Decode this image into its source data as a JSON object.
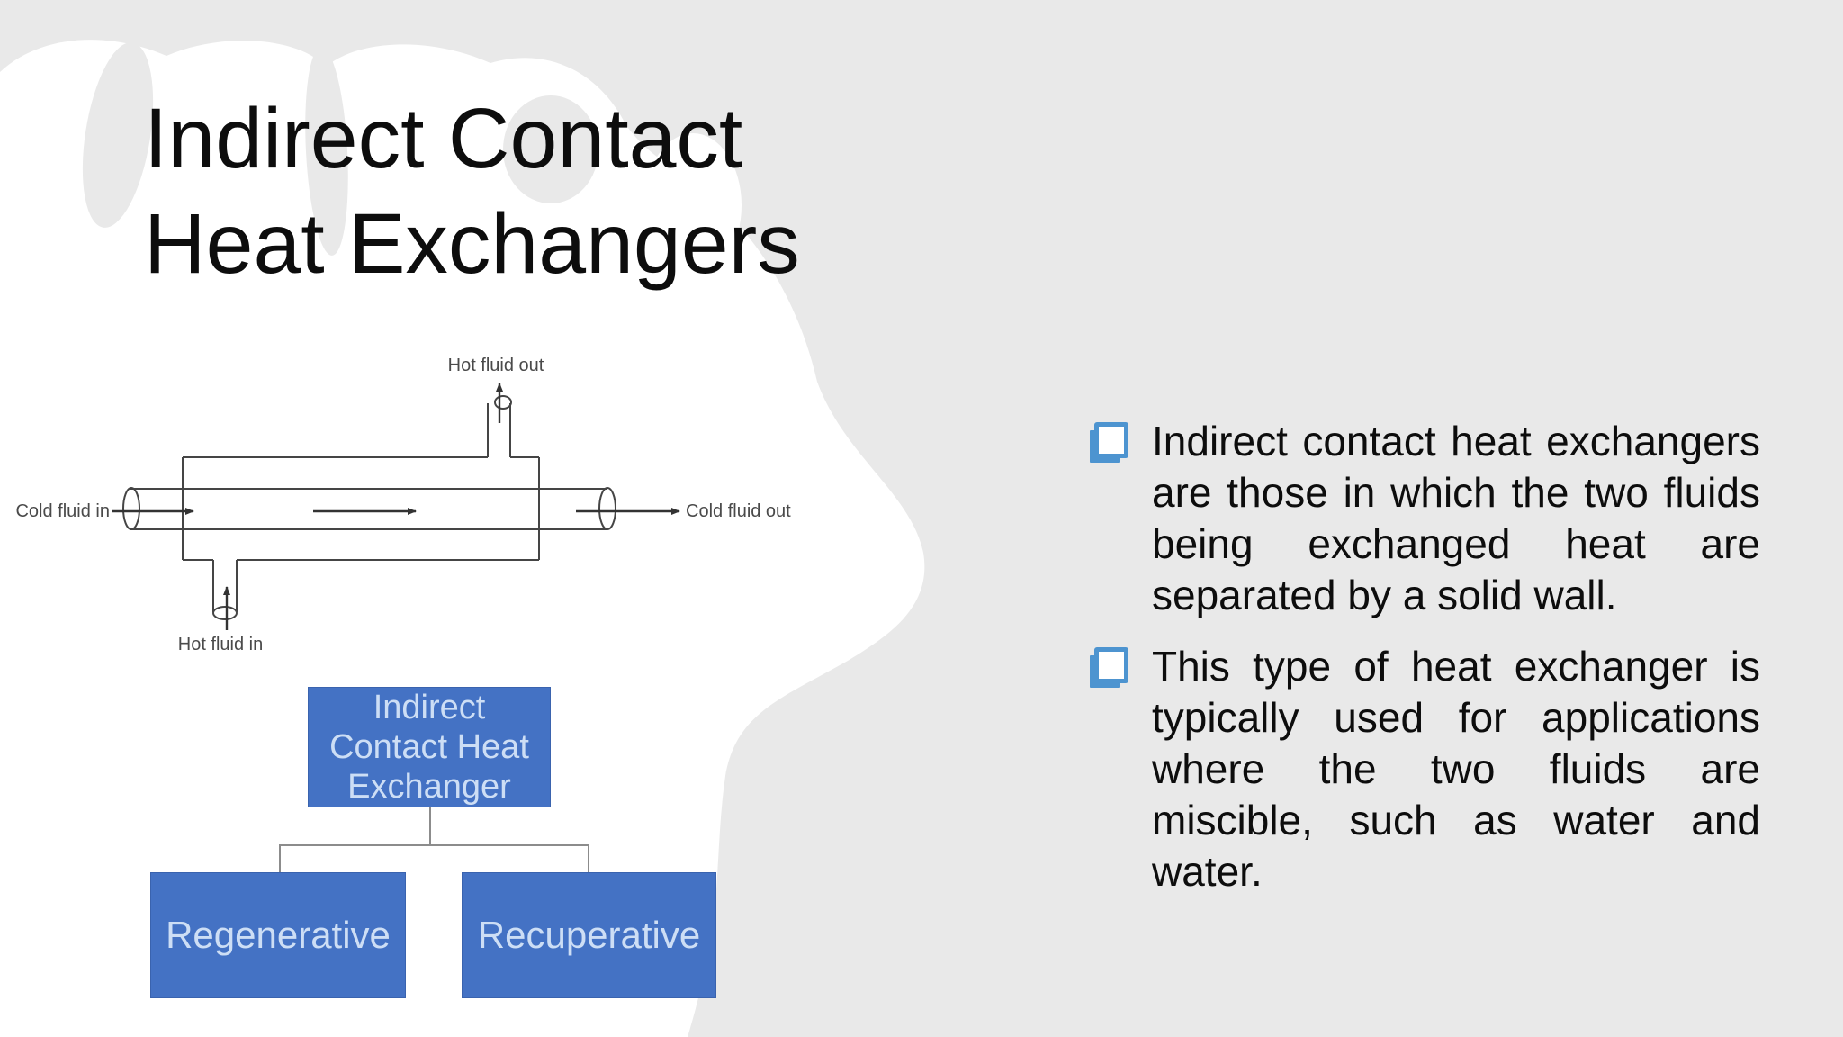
{
  "slide_title": {
    "line1": "Indirect Contact",
    "line2": "Heat Exchangers"
  },
  "diagram": {
    "labels": {
      "hot_fluid_out": "Hot fluid out",
      "cold_fluid_in": "Cold fluid in",
      "cold_fluid_out": "Cold fluid out",
      "hot_fluid_in": "Hot fluid in"
    }
  },
  "flowchart": {
    "root_lines": [
      "Indirect",
      "Contact Heat",
      "Exchanger"
    ],
    "children": [
      "Regenerative",
      "Recuperative"
    ]
  },
  "bullets": [
    {
      "text": "Indirect contact heat exchangers are those in which the two fluids being exchanged heat are separated by a solid wall."
    },
    {
      "text": "This type of heat exchanger is typically used for applications where the two fluids are miscible, such as water and water."
    }
  ],
  "icons": {
    "bullet_icon": "shadowed-square-checkbox"
  },
  "colors": {
    "background_gray": "#e9e9e9",
    "blob_white": "#ffffff",
    "flowchart_box_blue": "#4472c4",
    "flowchart_box_text": "#cddef5",
    "connector_gray": "#8c8c8c",
    "bullet_square_blue": "#4d94d0",
    "diagram_line": "#454545",
    "text_black": "#0d0d0d"
  }
}
